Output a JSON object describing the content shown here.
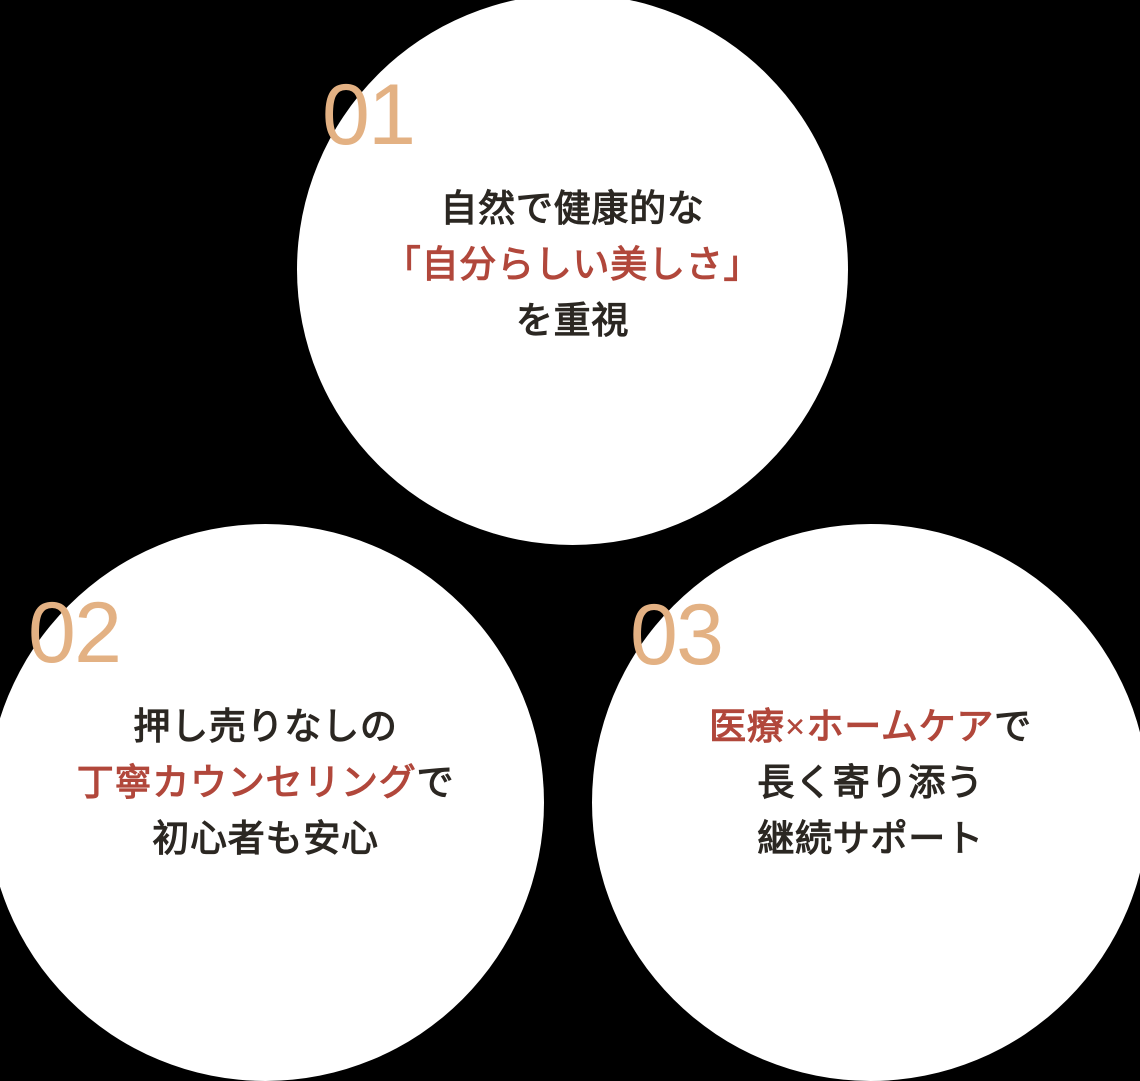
{
  "theme": {
    "background": "#000000",
    "circle_fill": "#ffffff",
    "number_color": "#e3b183",
    "text_color": "#2b2722",
    "accent_color": "#b1473b"
  },
  "features": [
    {
      "id": "01",
      "number": "01",
      "lines": [
        {
          "segments": [
            {
              "text": "自然で健康的な",
              "style": "dark"
            }
          ]
        },
        {
          "segments": [
            {
              "text": "「自分らしい美しさ」",
              "style": "accent"
            }
          ]
        },
        {
          "segments": [
            {
              "text": "を重視",
              "style": "dark"
            }
          ]
        }
      ]
    },
    {
      "id": "02",
      "number": "02",
      "lines": [
        {
          "segments": [
            {
              "text": "押し売りなしの",
              "style": "dark"
            }
          ]
        },
        {
          "segments": [
            {
              "text": "丁寧カウンセリング",
              "style": "accent"
            },
            {
              "text": "で",
              "style": "dark"
            }
          ]
        },
        {
          "segments": [
            {
              "text": "初心者も安心",
              "style": "dark"
            }
          ]
        }
      ]
    },
    {
      "id": "03",
      "number": "03",
      "lines": [
        {
          "segments": [
            {
              "text": "医療×ホームケア",
              "style": "accent"
            },
            {
              "text": "で",
              "style": "dark"
            }
          ]
        },
        {
          "segments": [
            {
              "text": "長く寄り添う",
              "style": "dark"
            }
          ]
        },
        {
          "segments": [
            {
              "text": "継続サポート",
              "style": "dark"
            }
          ]
        }
      ]
    }
  ]
}
